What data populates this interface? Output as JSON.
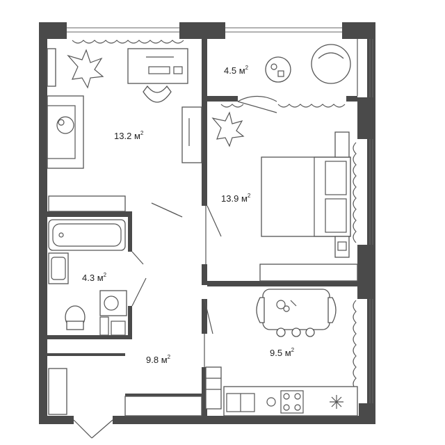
{
  "rooms": [
    {
      "id": "balcony",
      "area": "4.5",
      "unit": "м"
    },
    {
      "id": "living",
      "area": "13.2",
      "unit": "м"
    },
    {
      "id": "bedroom",
      "area": "13.9",
      "unit": "м"
    },
    {
      "id": "bathroom",
      "area": "4.3",
      "unit": "м"
    },
    {
      "id": "hallway",
      "area": "9.8",
      "unit": "м"
    },
    {
      "id": "kitchen",
      "area": "9.5",
      "unit": "м"
    }
  ],
  "unit_power": "2",
  "colors": {
    "wall": "#4a4a4a",
    "line": "#555555",
    "background": "#ffffff"
  },
  "icons": [
    "plant-icon",
    "chair-icon",
    "laptop-icon",
    "sofa-icon",
    "bed-icon",
    "bathtub-icon",
    "sink-icon",
    "toilet-icon",
    "washing-machine-icon",
    "dining-table-icon",
    "stove-icon",
    "kitchen-sink-icon",
    "fridge-snowflake-icon",
    "round-table-icon",
    "armchair-icon"
  ]
}
